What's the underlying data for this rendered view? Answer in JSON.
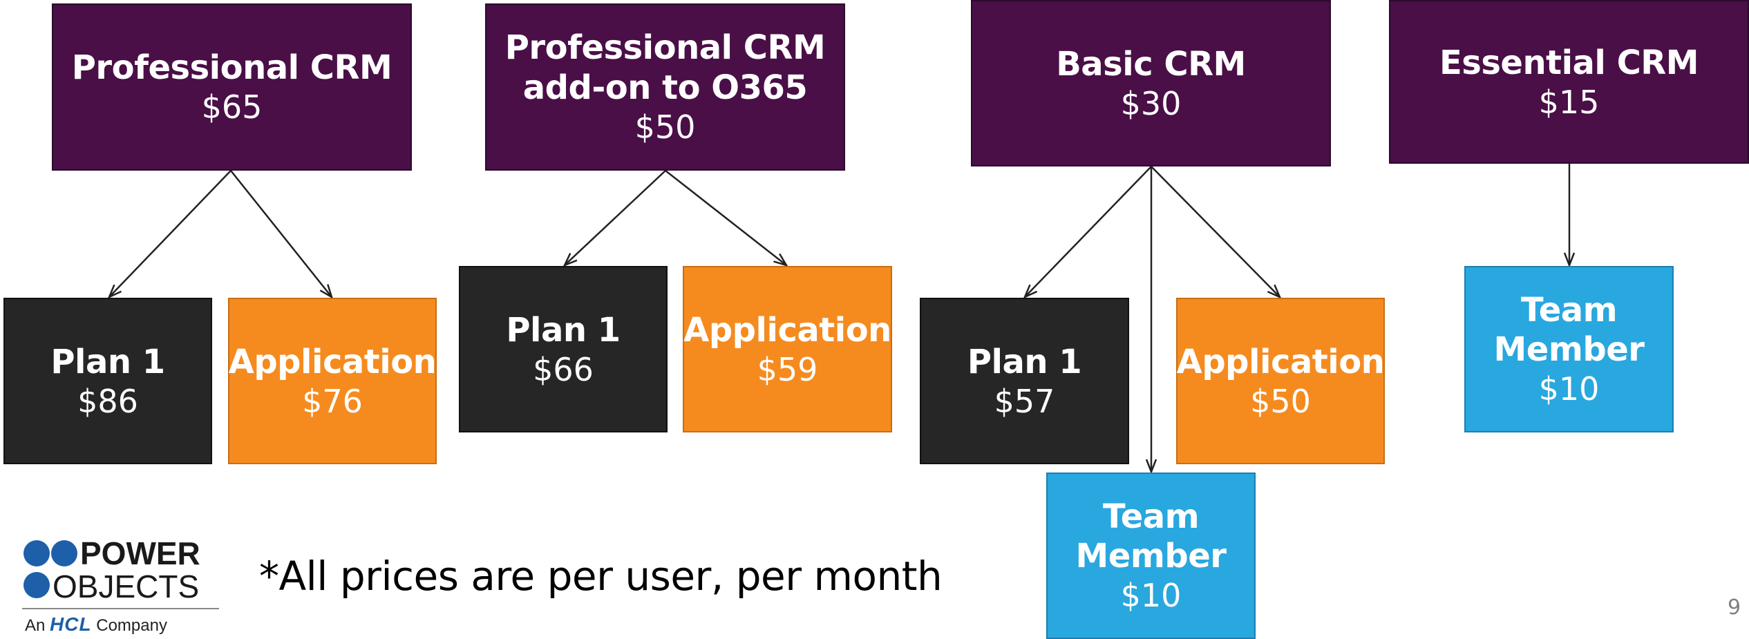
{
  "nodes": {
    "pro": {
      "name": "Professional CRM",
      "price": "$65"
    },
    "o365": {
      "name_line1": "Professional CRM",
      "name_line2": "add-on to O365",
      "price": "$50"
    },
    "basic": {
      "name": "Basic CRM",
      "price": "$30"
    },
    "ess": {
      "name": "Essential CRM",
      "price": "$15"
    },
    "pro_plan1": {
      "name": "Plan 1",
      "price": "$86"
    },
    "pro_app": {
      "name": "Application",
      "price": "$76"
    },
    "o365_plan1": {
      "name": "Plan 1",
      "price": "$66"
    },
    "o365_app": {
      "name": "Application",
      "price": "$59"
    },
    "basic_plan1": {
      "name": "Plan 1",
      "price": "$57"
    },
    "basic_app": {
      "name": "Application",
      "price": "$50"
    },
    "basic_team": {
      "name_line1": "Team",
      "name_line2": "Member",
      "price": "$10"
    },
    "ess_team": {
      "name_line1": "Team",
      "name_line2": "Member",
      "price": "$10"
    }
  },
  "footnote": "*All prices are per user, per month",
  "page_number": "9",
  "logo": {
    "line1": "POWER",
    "line2": "OBJECTS",
    "prefix": "An",
    "brand": "HCL",
    "suffix": "Company"
  },
  "colors": {
    "purple": "#4a0f47",
    "dark": "#262626",
    "orange": "#f58b1f",
    "blue": "#29a7df"
  }
}
